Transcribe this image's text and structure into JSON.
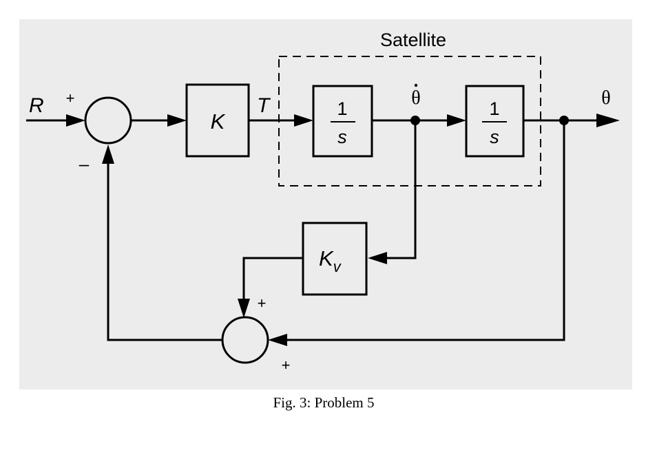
{
  "diagram": {
    "group_label": "Satellite",
    "input_label": "R",
    "output_label": "θ",
    "signal_T": "T",
    "signal_theta_dot": "θ",
    "gain_K": "K",
    "gain_Kv_main": "K",
    "gain_Kv_sub": "v",
    "integrator1": {
      "num": "1",
      "den": "s"
    },
    "integrator2": {
      "num": "1",
      "den": "s"
    },
    "sum1_plus": "+",
    "sum1_minus": "–",
    "sum2_plus_top": "+",
    "sum2_plus_right": "+"
  },
  "caption": "Fig. 3: Problem 5"
}
